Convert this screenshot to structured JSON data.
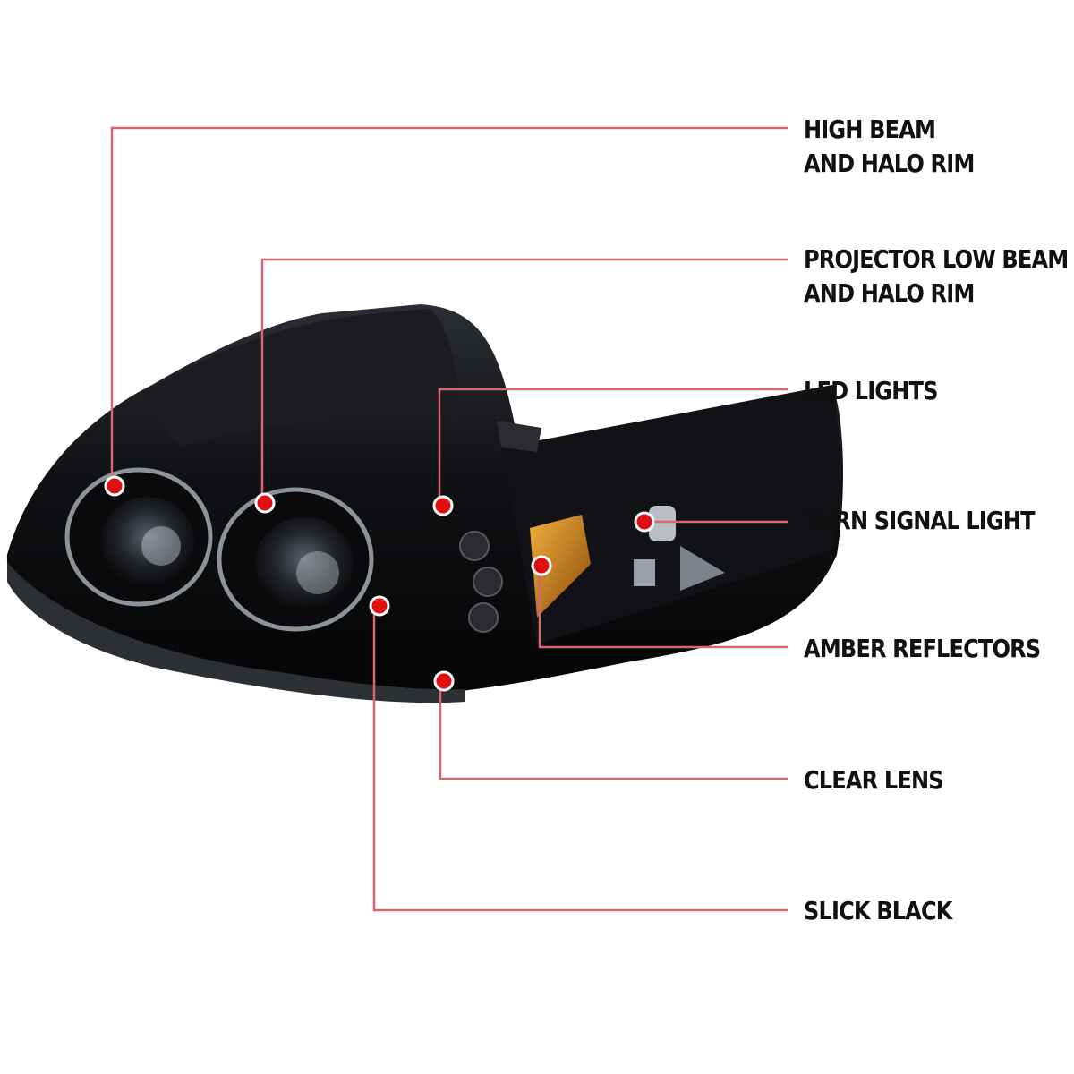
{
  "colors": {
    "leader": "#d9666e",
    "marker": "#e01010",
    "housing": "#0c0c0e",
    "chrome": "#9aa0a8",
    "amber": "#d88a1a"
  },
  "callouts": [
    {
      "id": "high-beam",
      "lines": [
        "HIGH BEAM",
        "AND HALO RIM"
      ]
    },
    {
      "id": "projector-low-beam",
      "lines": [
        "PROJECTOR LOW BEAM",
        "AND HALO RIM"
      ]
    },
    {
      "id": "led-lights",
      "lines": [
        "LED LIGHTS"
      ]
    },
    {
      "id": "turn-signal",
      "lines": [
        "TURN SIGNAL LIGHT"
      ]
    },
    {
      "id": "amber-reflectors",
      "lines": [
        "AMBER REFLECTORS"
      ]
    },
    {
      "id": "clear-lens",
      "lines": [
        "CLEAR LENS"
      ]
    },
    {
      "id": "slick-black",
      "lines": [
        "SLICK BLACK"
      ]
    }
  ]
}
